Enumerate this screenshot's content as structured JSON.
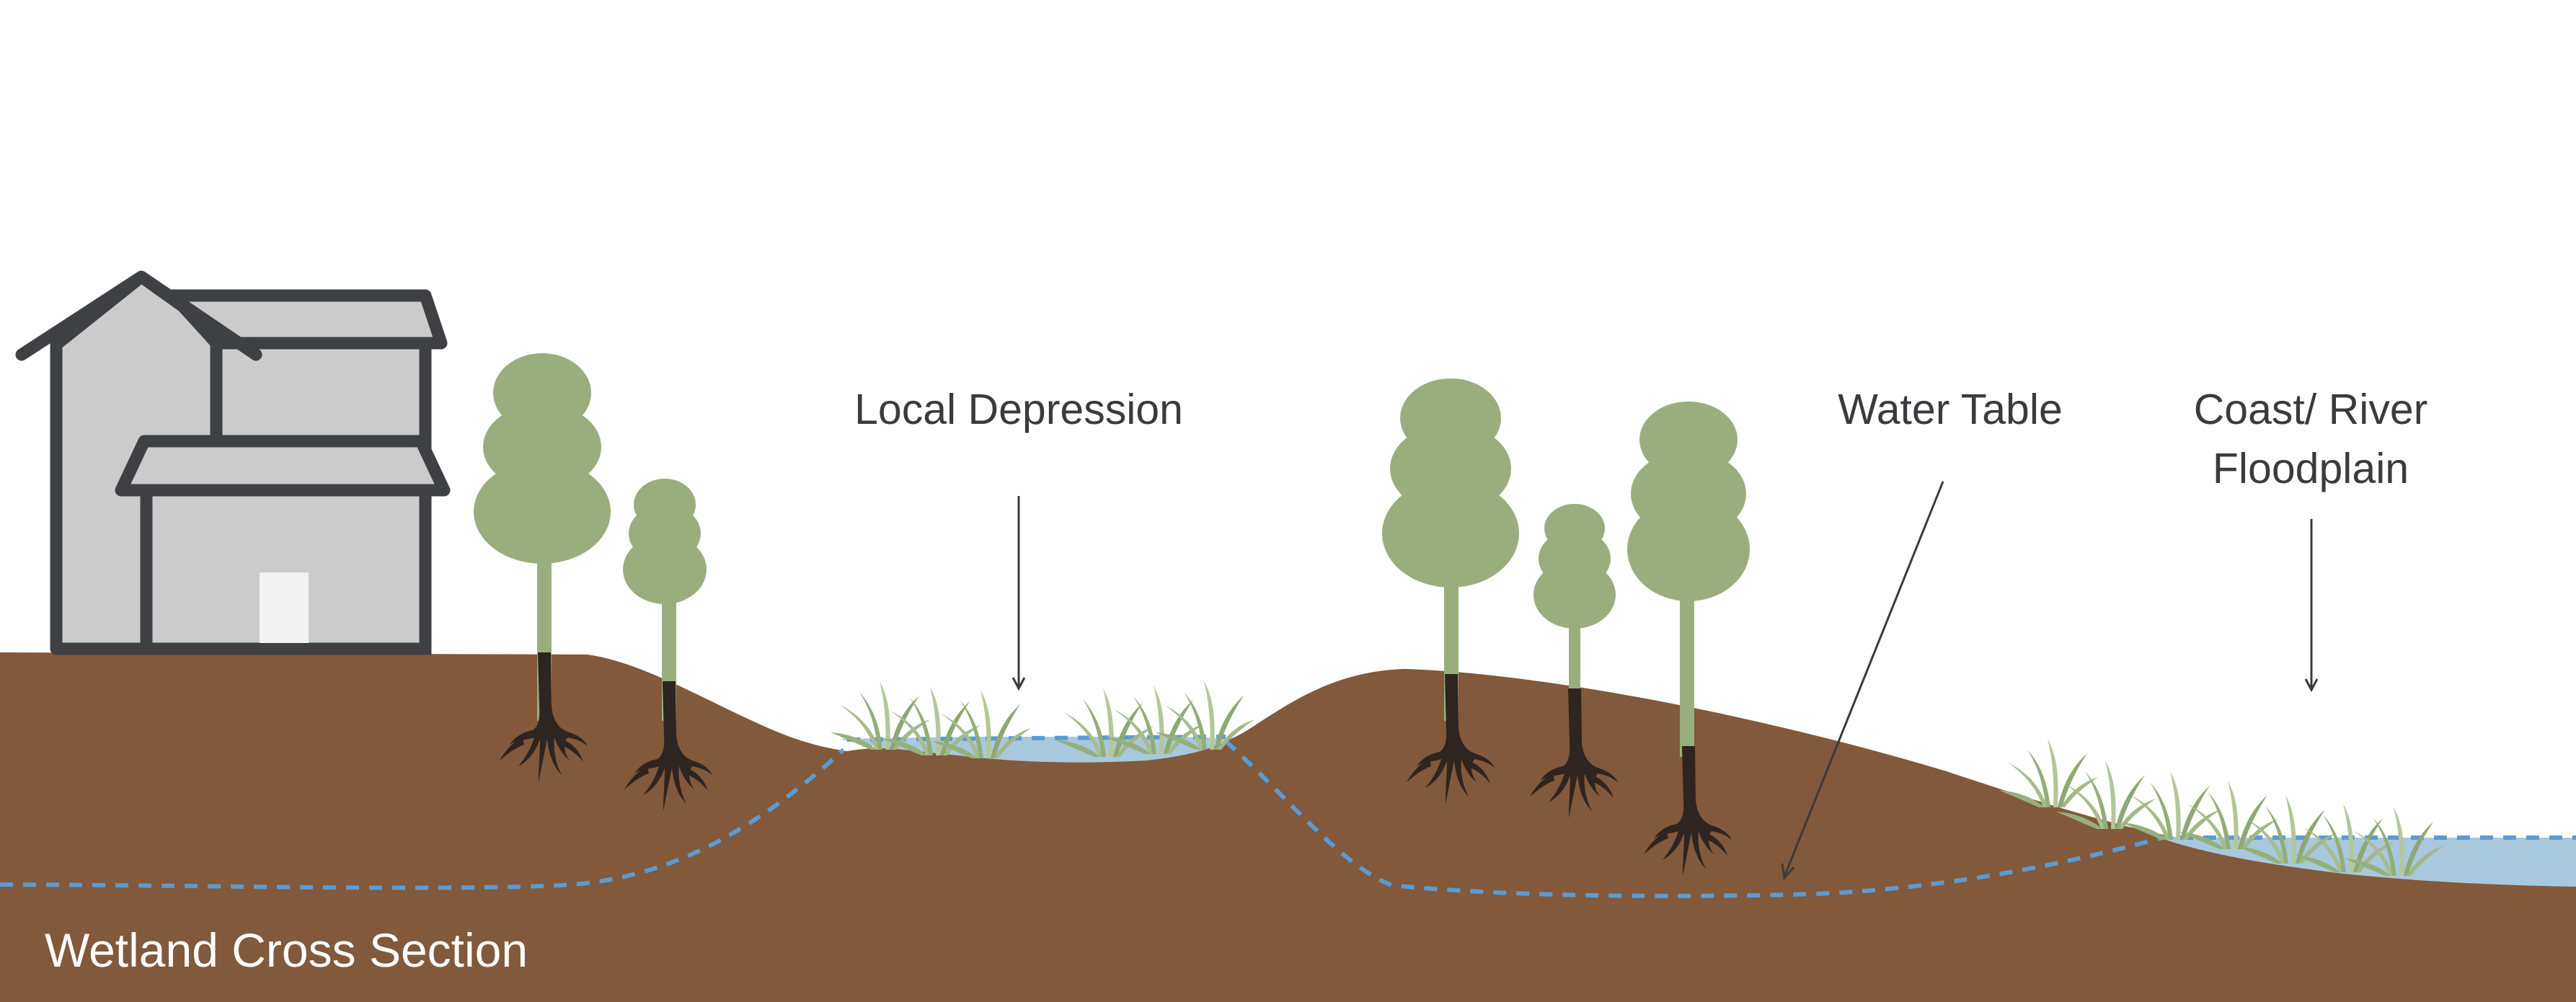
{
  "diagram": {
    "title": "Wetland Cross Section",
    "labels": {
      "local_depression": "Local Depression",
      "water_table": "Water Table",
      "coast_river_line1": "Coast/ River",
      "coast_river_line2": "Floodplain"
    },
    "icons": [
      "house-icon",
      "tree-icon",
      "grass-icon",
      "roots-icon",
      "water-icon"
    ]
  },
  "colors": {
    "soil": "#82593a",
    "water": "#a8c8de",
    "water_table_line": "#5b9bd2",
    "tree_foliage": "#9aae7d",
    "roots": "#2e2420",
    "house_outline": "#3e4044",
    "house_fill": "#cbcbcb",
    "grass": "#9bb57e",
    "text": "#3a3b3e"
  }
}
